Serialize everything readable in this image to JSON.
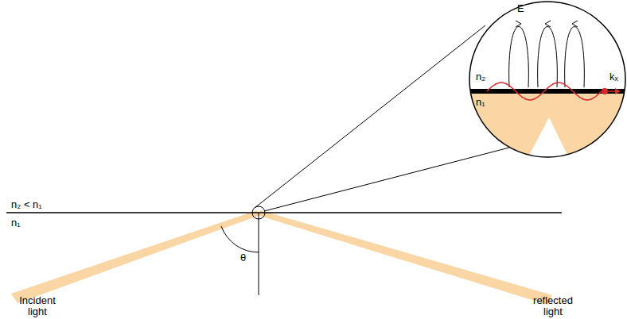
{
  "diagram": {
    "labels": [
      "E",
      "n₂",
      "kₓ",
      "n₁",
      "n₂ < n₁",
      "n₁",
      "θ",
      "Incident light",
      "reflected light"
    ]
  }
}
